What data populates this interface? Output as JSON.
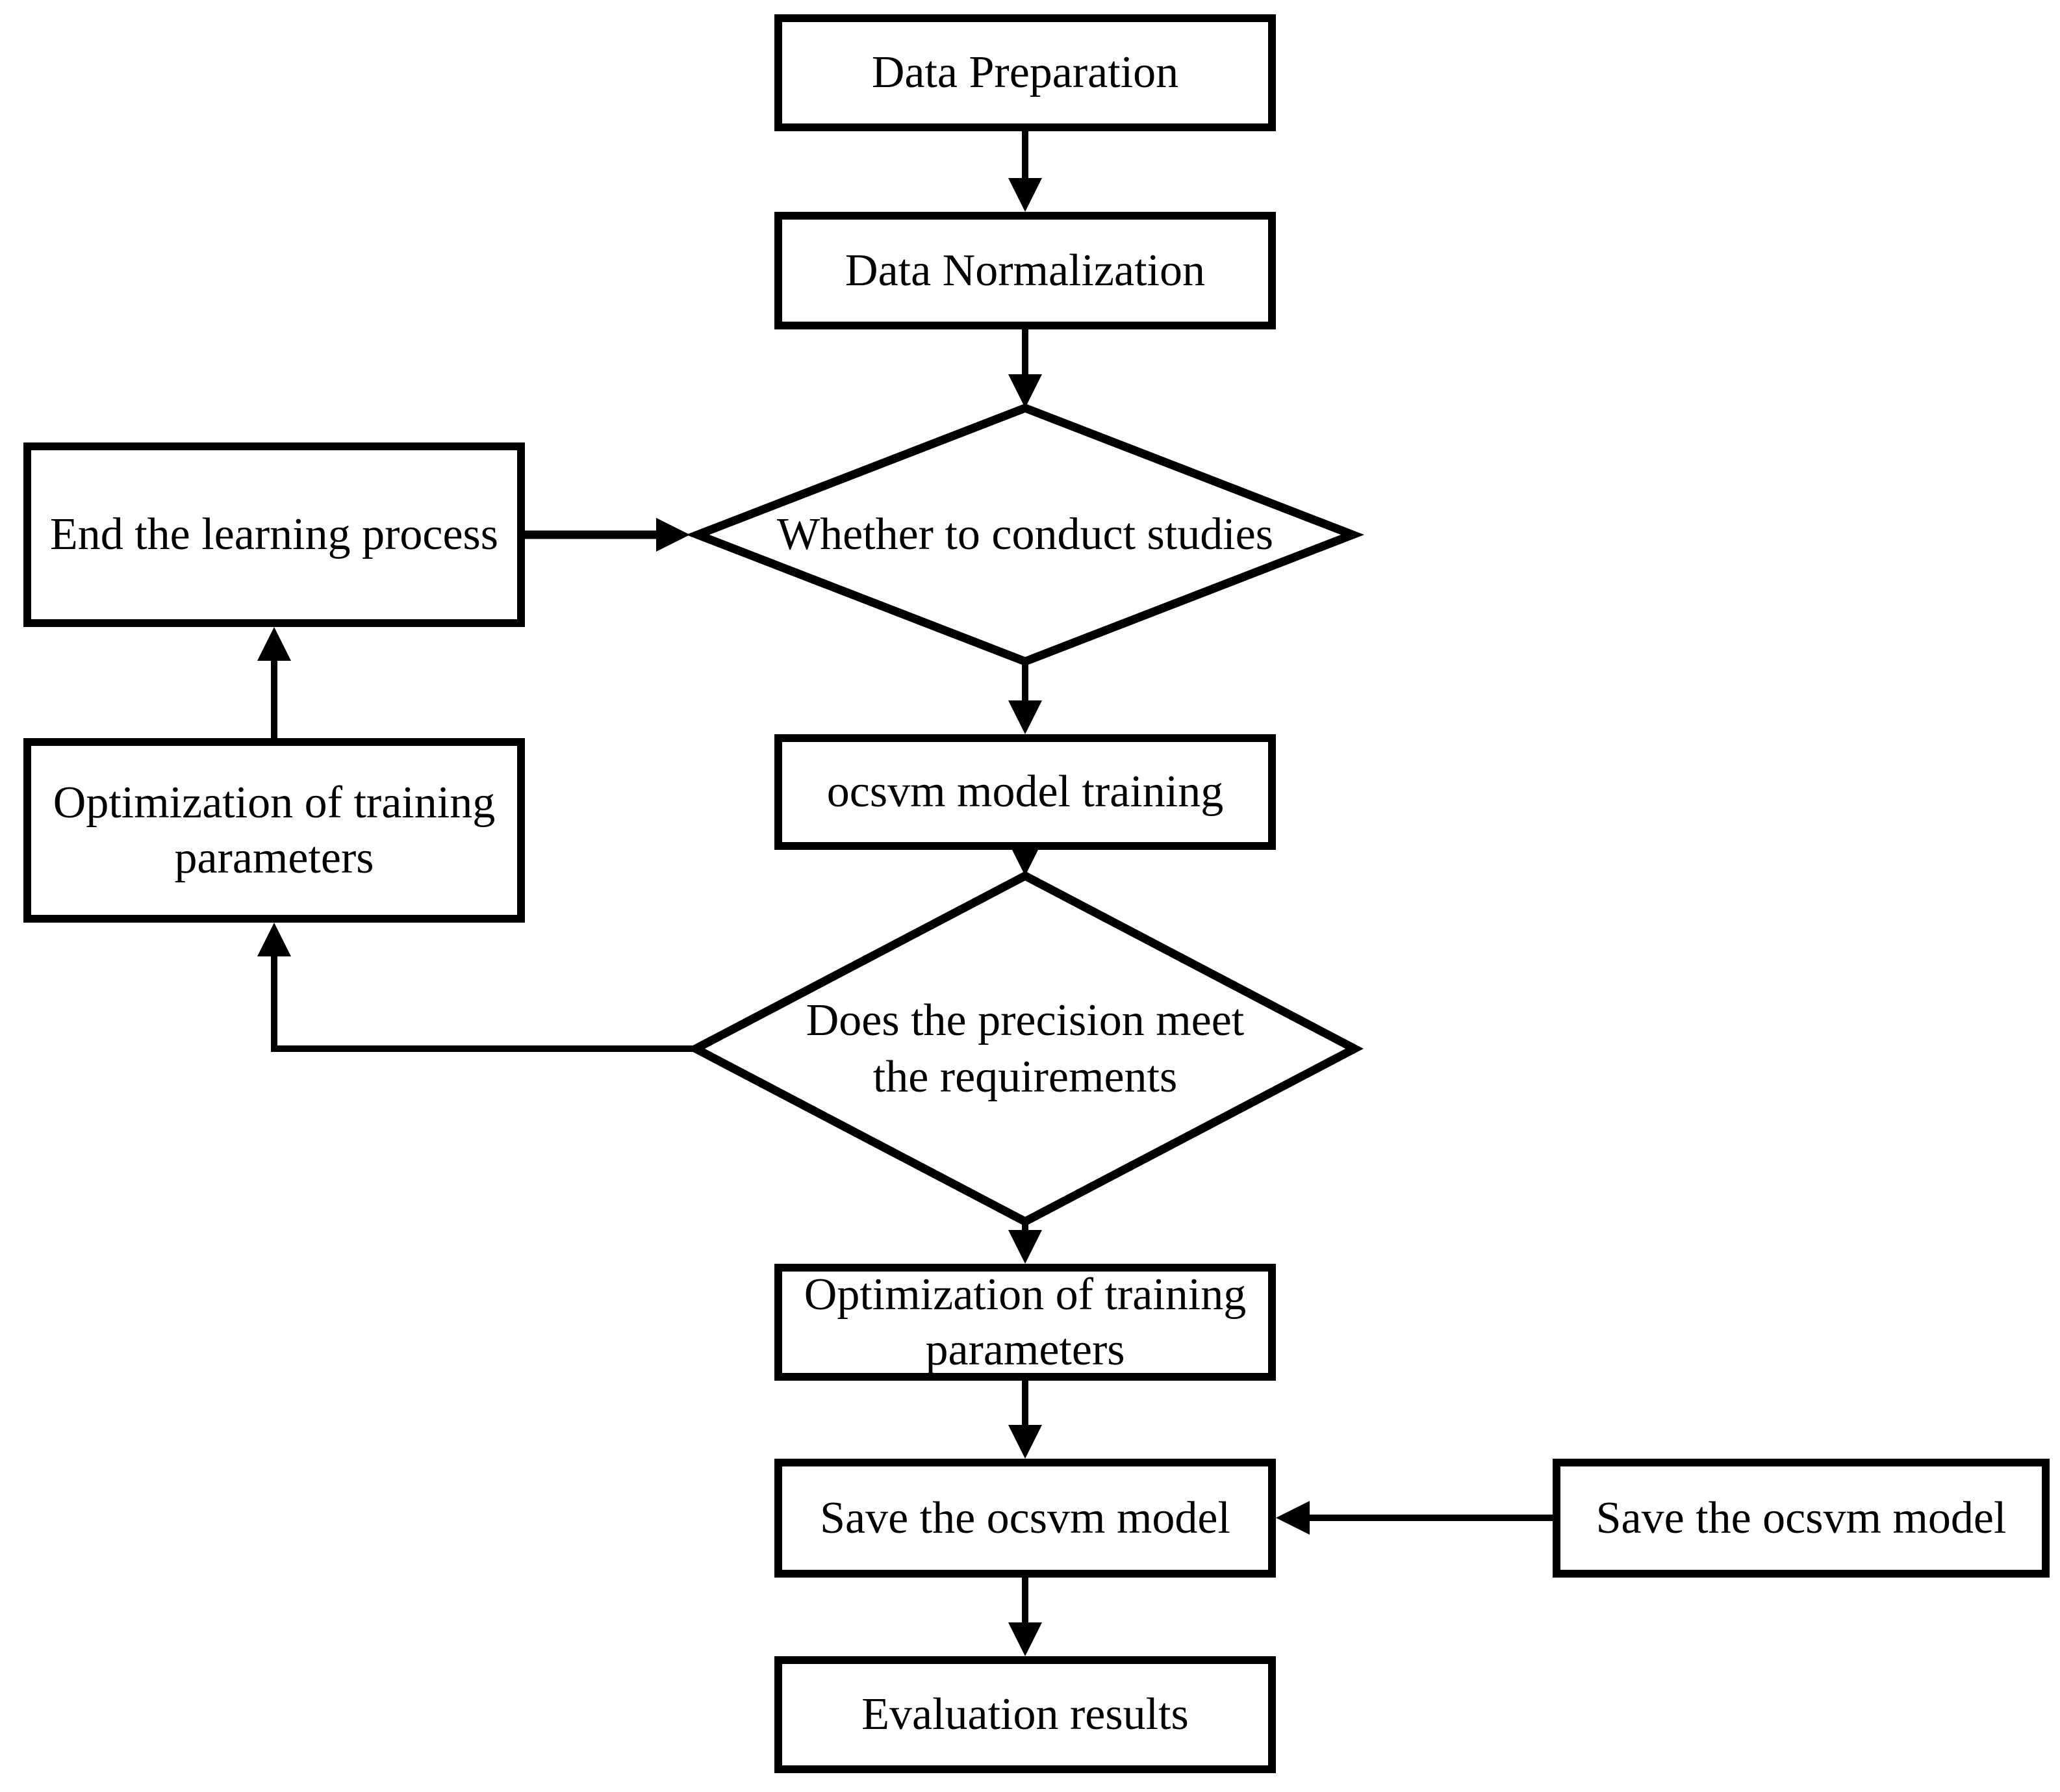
{
  "diagram": {
    "type": "flowchart",
    "background_color": "#ffffff",
    "line_color": "#000000",
    "text_color": "#000000",
    "nodes": {
      "data_preparation": {
        "label": "Data Preparation",
        "shape": "rect"
      },
      "data_normalization": {
        "label": "Data Normalization",
        "shape": "rect"
      },
      "whether_to_conduct_studies": {
        "label": "Whether to conduct studies",
        "shape": "diamond"
      },
      "ocsvm_model_training": {
        "label": "ocsvm model training",
        "shape": "rect"
      },
      "precision_check": {
        "label": "Does the precision meet\nthe requirements",
        "shape": "diamond"
      },
      "optimization_center": {
        "label": "Optimization of training\nparameters",
        "shape": "rect"
      },
      "save_model_center": {
        "label": "Save the ocsvm model",
        "shape": "rect"
      },
      "evaluation_results": {
        "label": "Evaluation results",
        "shape": "rect"
      },
      "end_learning": {
        "label": "End the learning process",
        "shape": "rect"
      },
      "optimization_left": {
        "label": "Optimization of training\nparameters",
        "shape": "rect"
      },
      "save_model_right": {
        "label": "Save the ocsvm model",
        "shape": "rect"
      }
    },
    "edges": [
      {
        "from": "data_preparation",
        "to": "data_normalization"
      },
      {
        "from": "data_normalization",
        "to": "whether_to_conduct_studies"
      },
      {
        "from": "end_learning",
        "to": "whether_to_conduct_studies"
      },
      {
        "from": "whether_to_conduct_studies",
        "to": "ocsvm_model_training"
      },
      {
        "from": "ocsvm_model_training",
        "to": "precision_check"
      },
      {
        "from": "precision_check",
        "to": "optimization_left"
      },
      {
        "from": "optimization_left",
        "to": "end_learning"
      },
      {
        "from": "precision_check",
        "to": "optimization_center"
      },
      {
        "from": "optimization_center",
        "to": "save_model_center"
      },
      {
        "from": "save_model_right",
        "to": "save_model_center"
      },
      {
        "from": "save_model_center",
        "to": "evaluation_results"
      }
    ]
  }
}
